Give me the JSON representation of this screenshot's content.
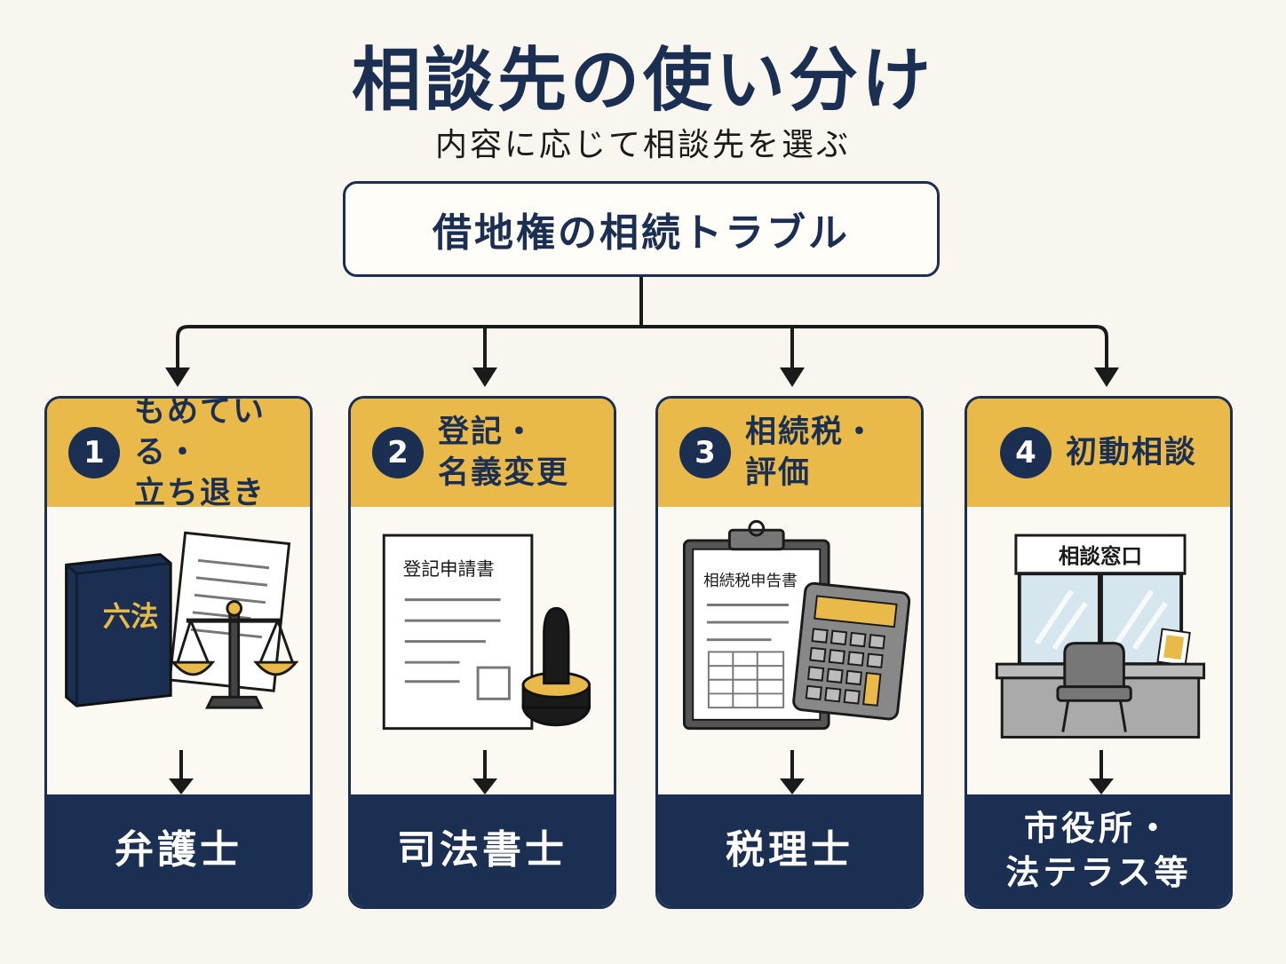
{
  "title": "相談先の使い分け",
  "subtitle": "内容に応じて相談先を選ぶ",
  "root": "借地権の相続トラブル",
  "cards": [
    {
      "number": "1",
      "topic": "もめている・\n立ち退き",
      "icon": "law-book-scales-icon",
      "book_label": "六法",
      "advisor": "弁護士"
    },
    {
      "number": "2",
      "topic": "登記・\n名義変更",
      "icon": "document-stamp-icon",
      "doc_label": "登記申請書",
      "advisor": "司法書士"
    },
    {
      "number": "3",
      "topic": "相続税・\n評価",
      "icon": "clipboard-calculator-icon",
      "doc_label": "相続税申告書",
      "advisor": "税理士"
    },
    {
      "number": "4",
      "topic": "初動相談",
      "icon": "counter-window-icon",
      "sign_label": "相談窓口",
      "advisor": "市役所・\n法テラス等"
    }
  ],
  "colors": {
    "navy": "#1b2f52",
    "gold": "#e9b949",
    "background": "#f8f6ef"
  }
}
